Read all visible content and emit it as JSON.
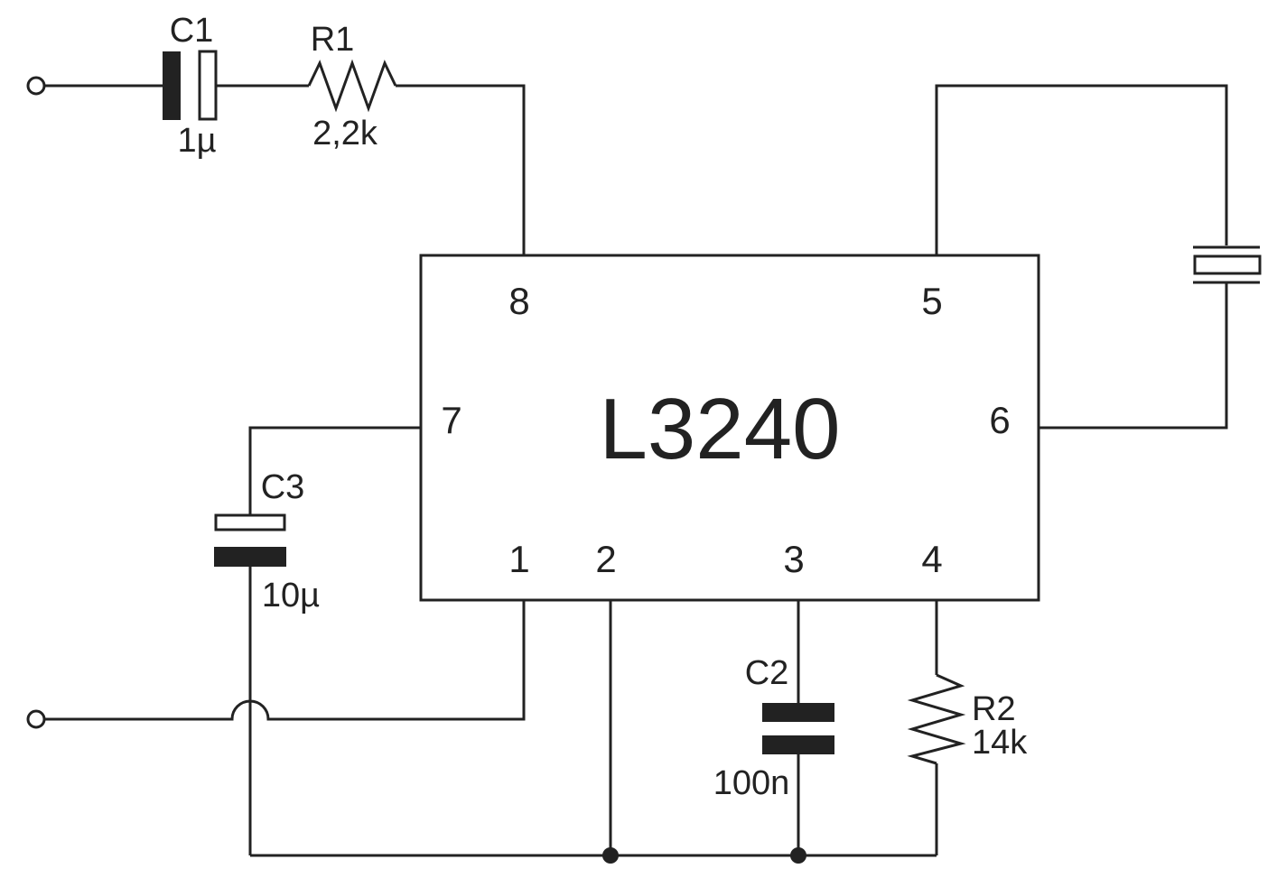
{
  "ic": {
    "name": "L3240",
    "pins": {
      "p1": "1",
      "p2": "2",
      "p3": "3",
      "p4": "4",
      "p5": "5",
      "p6": "6",
      "p7": "7",
      "p8": "8"
    }
  },
  "components": {
    "c1": {
      "ref": "C1",
      "value": "1µ"
    },
    "r1": {
      "ref": "R1",
      "value": "2,2k"
    },
    "c3": {
      "ref": "C3",
      "value": "10µ"
    },
    "c2": {
      "ref": "C2",
      "value": "100n"
    },
    "r2": {
      "ref": "R2",
      "value": "14k"
    }
  },
  "colors": {
    "ink": "#222222",
    "background": "#ffffff"
  }
}
